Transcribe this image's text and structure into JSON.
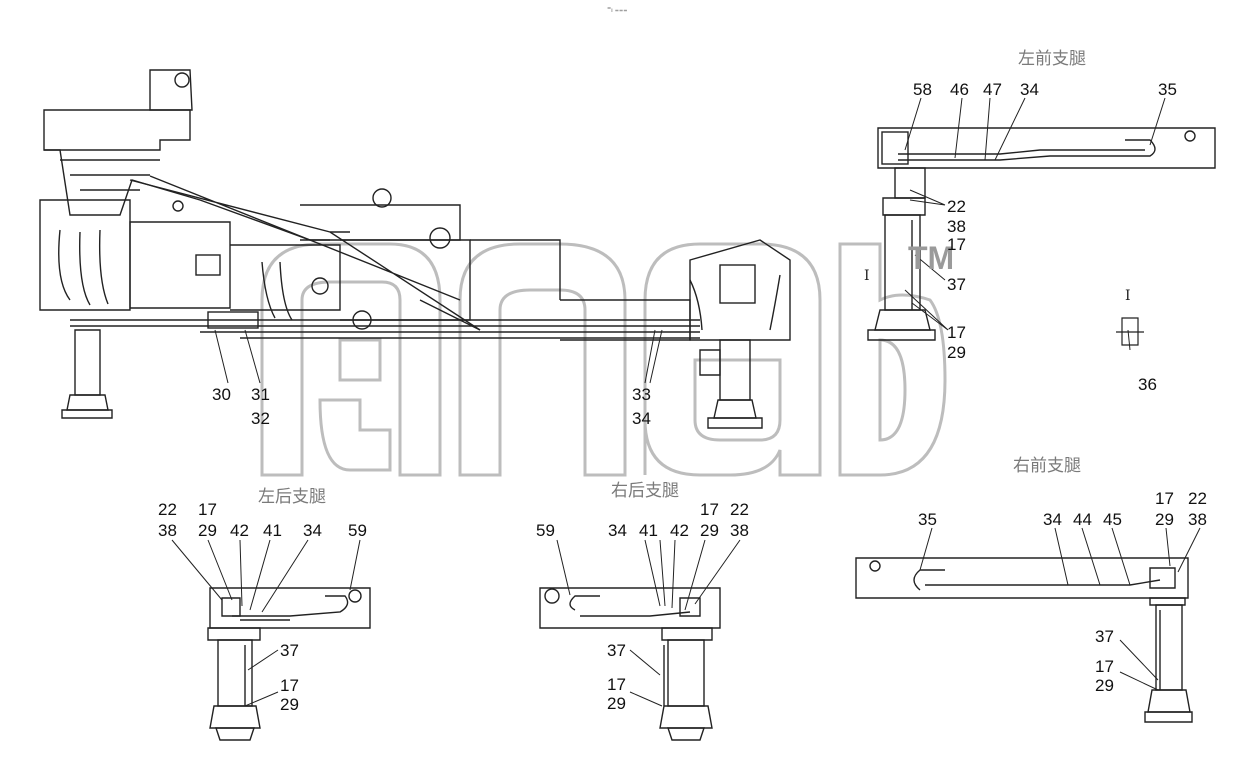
{
  "header_mark": "⁼ₗ ₌₌₌",
  "watermark": {
    "tm": "TM"
  },
  "captions": {
    "left_front": "左前支腿",
    "right_front": "右前支腿",
    "left_rear": "左后支腿",
    "right_rear": "右后支腿"
  },
  "section_marks": {
    "main": "I",
    "detail": "I"
  },
  "callouts": {
    "main": {
      "c30": "30",
      "c31": "31",
      "c32": "32",
      "c33": "33",
      "c34": "34"
    },
    "left_front": {
      "c58": "58",
      "c46": "46",
      "c47": "47",
      "c34": "34",
      "c35": "35",
      "c22": "22",
      "c38": "38",
      "c17a": "17",
      "c37": "37",
      "c17b": "17",
      "c29": "29",
      "c36": "36"
    },
    "left_rear": {
      "c22": "22",
      "c38": "38",
      "c17a": "17",
      "c29a": "29",
      "c42": "42",
      "c41": "41",
      "c34": "34",
      "c59": "59",
      "c37": "37",
      "c17b": "17",
      "c29b": "29"
    },
    "right_rear": {
      "c59": "59",
      "c34": "34",
      "c41": "41",
      "c42": "42",
      "c17a": "17",
      "c29a": "29",
      "c22": "22",
      "c38": "38",
      "c37": "37",
      "c17b": "17",
      "c29b": "29"
    },
    "right_front": {
      "c35": "35",
      "c34": "34",
      "c44": "44",
      "c45": "45",
      "c17a": "17",
      "c29a": "29",
      "c22": "22",
      "c38": "38",
      "c37": "37",
      "c17b": "17",
      "c29b": "29"
    }
  }
}
